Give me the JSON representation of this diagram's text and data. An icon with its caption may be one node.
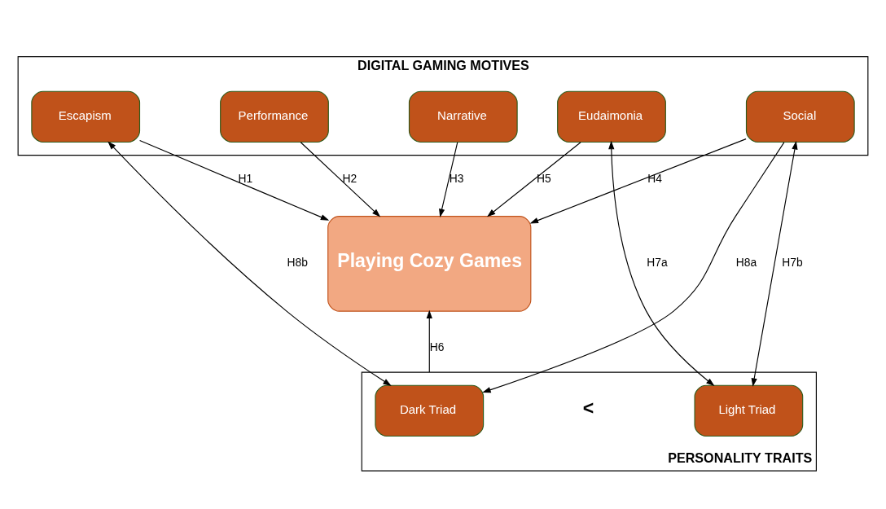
{
  "diagram": {
    "nodes": [
      {
        "text": [
          "DIGITAL GAMING MOTIVES"
        ]
      },
      {
        "text": [
          "Escapism"
        ],
        "in": 0
      },
      {
        "text": [
          "Performance"
        ],
        "in": 0
      },
      {
        "text": [
          "Narrative"
        ],
        "in": 0
      },
      {
        "text": [
          "Social"
        ],
        "in": 0
      },
      {
        "text": [
          "Eudaimonia"
        ],
        "in": 0
      },
      {
        "text": [
          "Playing Cozy Games"
        ]
      },
      {
        "text": [
          "PERSONALITY TRAITS"
        ]
      },
      {
        "text": [
          "Dark Triad"
        ],
        "in": 7
      },
      {
        "text": [
          "Light Triad"
        ],
        "in": 7
      }
    ],
    "edges": [
      {
        "from": 1,
        "to": 6,
        "arrow": "to",
        "label": "H1"
      },
      {
        "from": 2,
        "to": 6,
        "arrow": "to",
        "label": "H2"
      },
      {
        "from": 3,
        "to": 6,
        "arrow": "to",
        "label": "H3"
      },
      {
        "from": 4,
        "to": 6,
        "arrow": "to",
        "label": "H4"
      },
      {
        "from": 5,
        "to": 6,
        "arrow": "to",
        "label": "H5"
      },
      {
        "from": 7,
        "to": 6,
        "arrow": "to",
        "label": "H6"
      },
      {
        "from": 5,
        "to": 9,
        "arrow": "both",
        "label": "H7a"
      },
      {
        "from": 4,
        "to": 9,
        "arrow": "both",
        "label": "H7b"
      },
      {
        "from": 4,
        "to": 8,
        "arrow": "to",
        "label": "H8a"
      },
      {
        "from": 1,
        "to": 8,
        "arrow": "both",
        "label": "H8b"
      }
    ],
    "labels": [
      "<"
    ]
  }
}
